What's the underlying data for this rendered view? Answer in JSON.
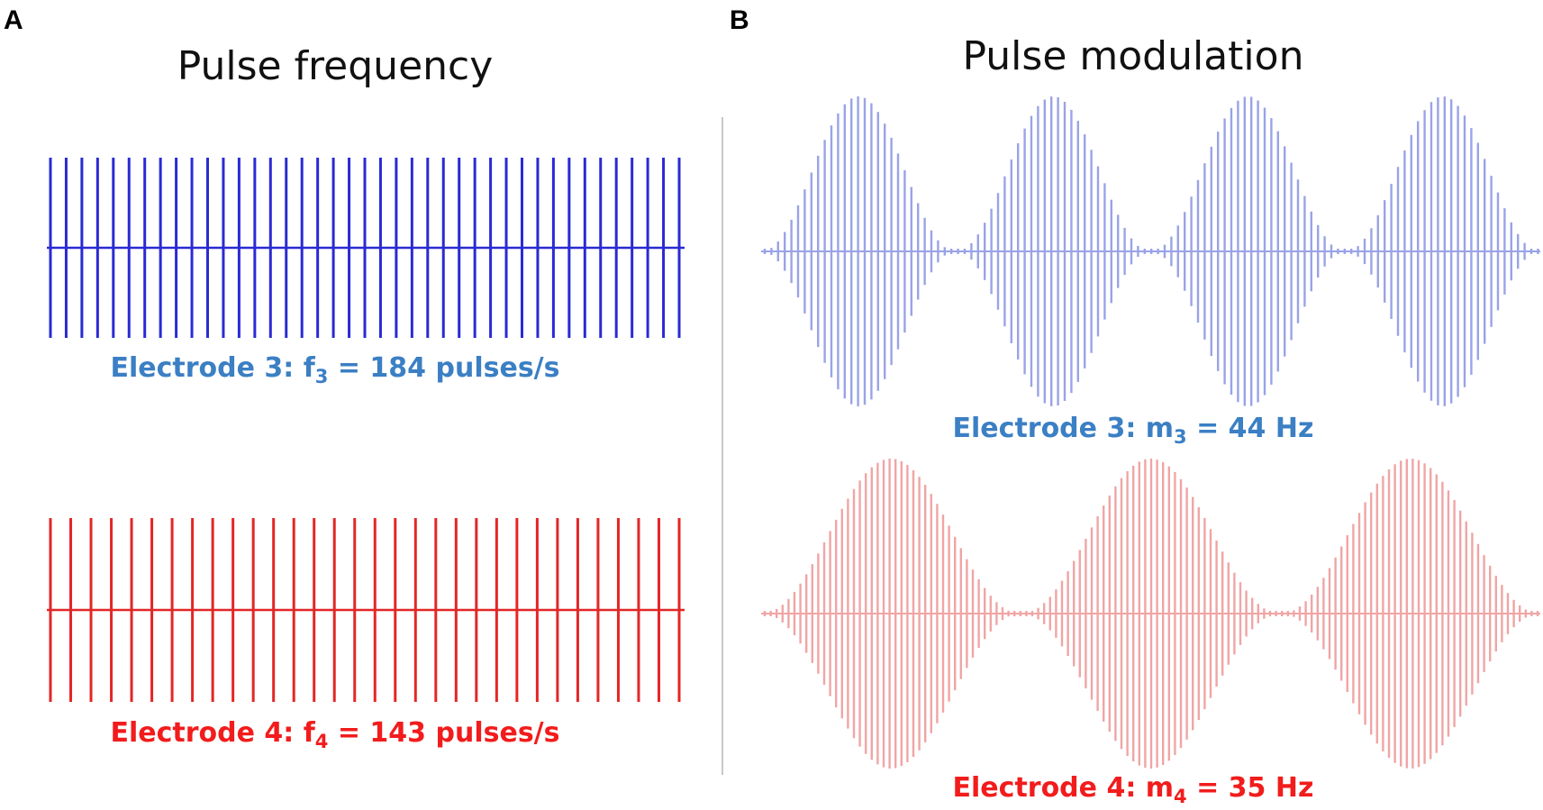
{
  "panels": {
    "a": {
      "letter": "A",
      "title": "Pulse frequency",
      "rows": [
        {
          "label_prefix": "Electrode 3: f",
          "label_sub": "3",
          "label_suffix": " = 184 pulses/s",
          "color": "#2a2ad4",
          "caption_color": "#3b7fc4",
          "pulse_count": 41
        },
        {
          "label_prefix": "Electrode 4: f",
          "label_sub": "4",
          "label_suffix": " = 143 pulses/s",
          "color": "#e32626",
          "caption_color": "#f21c1c",
          "pulse_count": 32
        }
      ]
    },
    "b": {
      "letter": "B",
      "title": "Pulse modulation",
      "rows": [
        {
          "label_prefix": "Electrode 3: m",
          "label_sub": "3",
          "label_suffix": " = 44 Hz",
          "color": "#9aa3e6",
          "caption_color": "#3b7fc4",
          "envelope_peaks": 4
        },
        {
          "label_prefix": "Electrode 4: m",
          "label_sub": "4",
          "label_suffix": " = 35 Hz",
          "color": "#f0a5a5",
          "caption_color": "#f21c1c",
          "envelope_peaks": 3
        }
      ]
    }
  }
}
